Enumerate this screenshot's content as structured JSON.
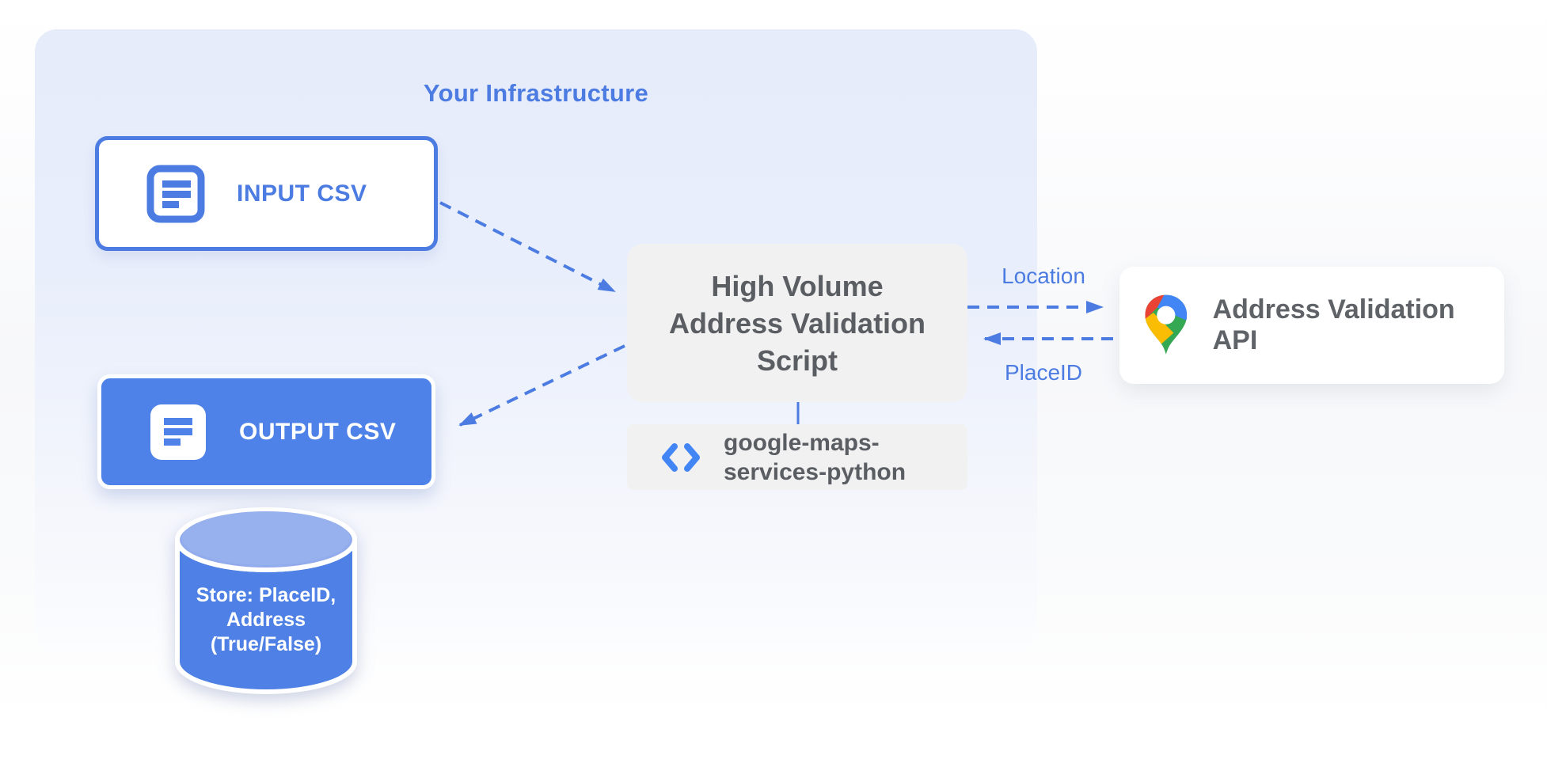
{
  "infrastructure": {
    "title": "Your Infrastructure",
    "input_csv": {
      "label": "INPUT CSV",
      "icon": "csv-document-icon"
    },
    "output_csv": {
      "label": "OUTPUT CSV",
      "icon": "csv-document-icon"
    },
    "datastore": {
      "line1": "Store: PlaceID,",
      "line2": "Address",
      "line3": "(True/False)"
    },
    "script": {
      "line1": "High Volume",
      "line2": "Address Validation",
      "line3": "Script"
    },
    "library": {
      "line1": "google-maps-",
      "line2": "services-python",
      "icon": "code-icon"
    }
  },
  "external_api": {
    "label": "Address Validation API",
    "icon": "google-maps-pin-icon"
  },
  "edge_labels": {
    "location": "Location",
    "placeid": "PlaceID"
  },
  "edges": [
    {
      "from": "input-csv",
      "to": "script",
      "style": "dashed"
    },
    {
      "from": "script",
      "to": "output-csv",
      "style": "dashed"
    },
    {
      "from": "script",
      "to": "address-validation-api",
      "style": "dashed",
      "label": "Location"
    },
    {
      "from": "address-validation-api",
      "to": "script",
      "style": "dashed",
      "label": "PlaceID"
    },
    {
      "from": "script",
      "to": "library",
      "style": "solid"
    }
  ],
  "colors": {
    "accent_blue": "#4c7ce2",
    "node_blue": "#4e82e8",
    "box_gray": "#f1f1f2",
    "text_gray": "#5a5e63",
    "container_bg": "#e6ecfa",
    "pin_blue": "#4285f4",
    "pin_red": "#ea4335",
    "pin_yellow": "#fbbc04",
    "pin_green": "#34a853"
  }
}
